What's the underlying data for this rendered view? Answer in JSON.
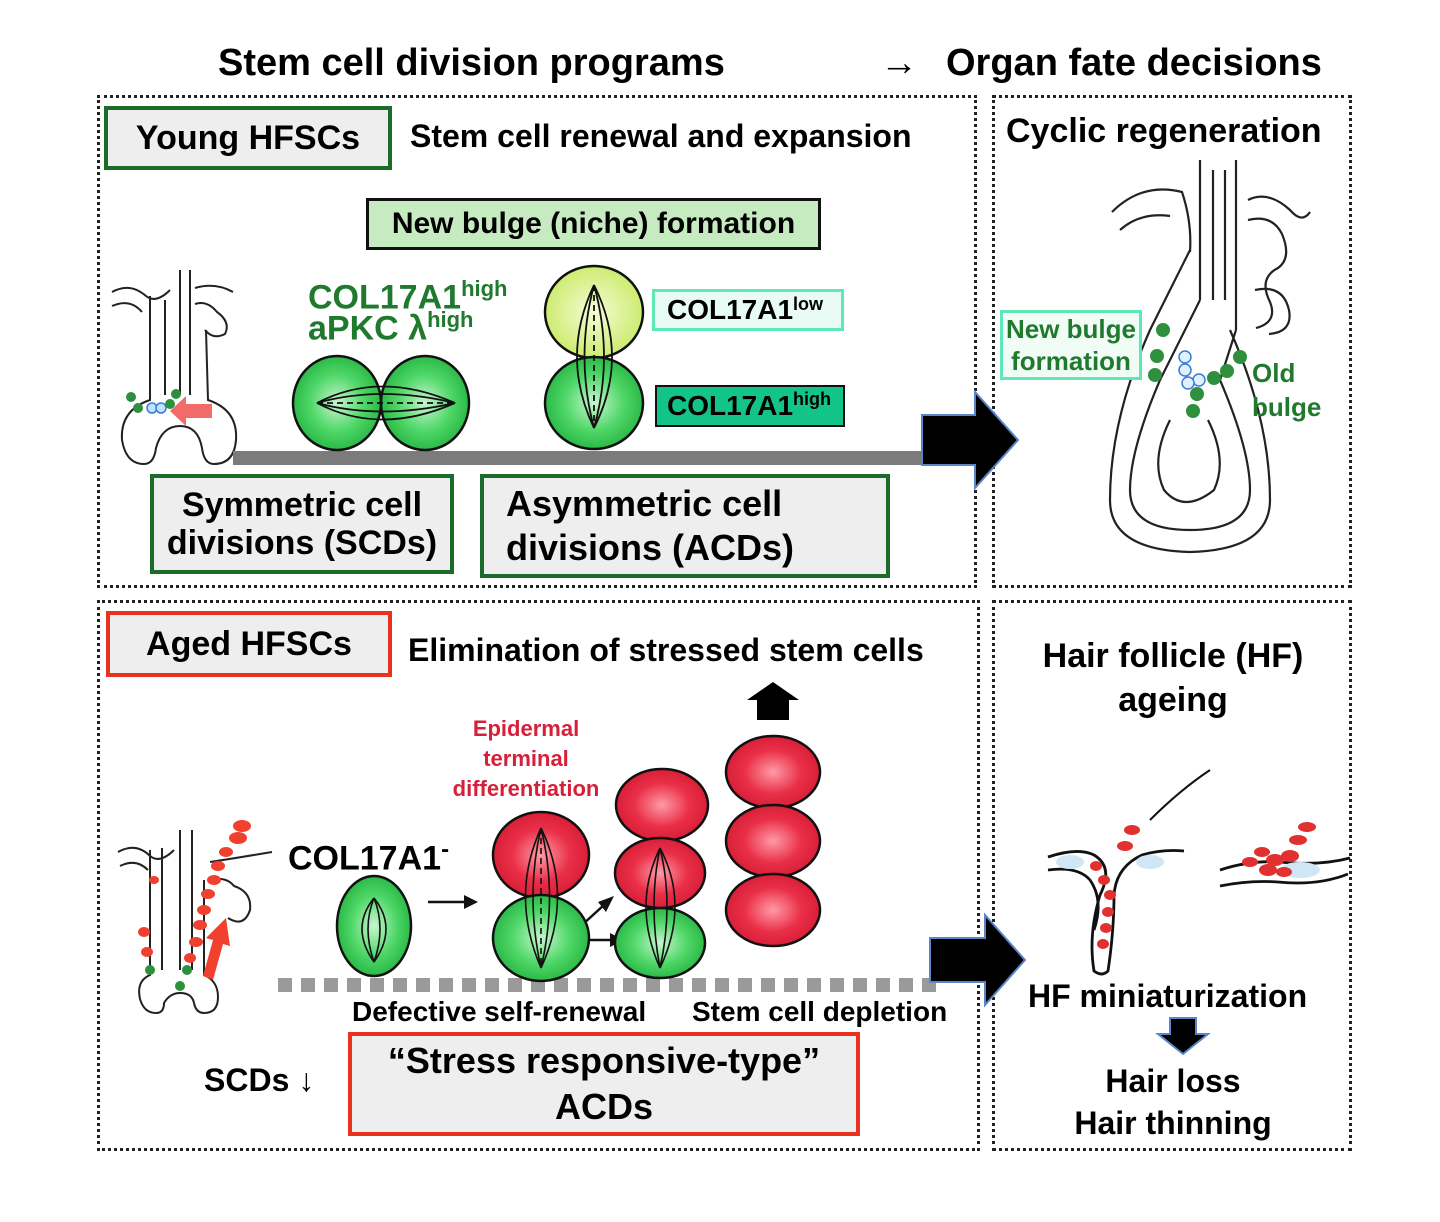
{
  "header": {
    "left": "Stem cell division programs",
    "arrow": "→",
    "right": "Organ fate decisions"
  },
  "young": {
    "tag": "Young HFSCs",
    "subtitle": "Stem cell renewal and expansion",
    "bulge_box": "New bulge (niche)  formation",
    "col17_high": "COL17A1",
    "col17_high_sup": "high",
    "apkc": "aPKC λ",
    "apkc_sup": "high",
    "col17_low_box": "COL17A1",
    "col17_low_sup": "low",
    "col17_high_box": "COL17A1",
    "col17_high_box_sup": "high",
    "scd_line1": "Symmetric cell",
    "scd_line2": "divisions (SCDs)",
    "acd_line1": "Asymmetric cell",
    "acd_line2": "divisions (ACDs)"
  },
  "cyclic": {
    "title": "Cyclic regeneration",
    "new_bulge_line1": "New bulge",
    "new_bulge_line2": "formation",
    "old_bulge_line1": "Old",
    "old_bulge_line2": "bulge"
  },
  "aged": {
    "tag": "Aged HFSCs",
    "subtitle": "Elimination of stressed stem cells",
    "epi_line1": "Epidermal",
    "epi_line2": "terminal",
    "epi_line3": "differentiation",
    "col17_neg": "COL17A1",
    "col17_neg_sup": "-",
    "defective": "Defective self-renewal",
    "depletion": "Stem cell depletion",
    "scds_down": "SCDs ↓",
    "stress_line1": "“Stress responsive-type”",
    "stress_line2": "ACDs"
  },
  "ageing": {
    "title_line1": "Hair follicle (HF)",
    "title_line2": "ageing",
    "miniaturization": "HF miniaturization",
    "loss": "Hair loss",
    "thinning": "Hair thinning"
  },
  "colors": {
    "green_dark": "#1b6b2a",
    "green_cell": "#3fcf5a",
    "green_label": "#1f7a2e",
    "yellow_cell": "#d6f07a",
    "red_cell": "#e8283e",
    "red_border": "#e8321e",
    "light_green_box": "#c7ebc0",
    "teal_box": "#13c488"
  }
}
